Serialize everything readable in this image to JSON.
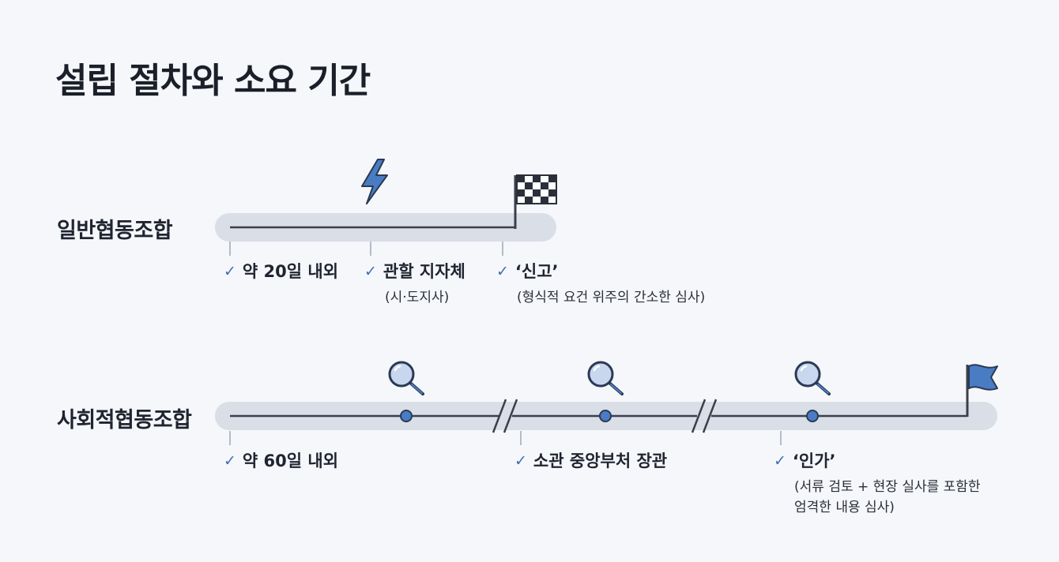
{
  "title": "설립 절차와 소요 기간",
  "colors": {
    "background": "#f5f7fa",
    "track": "#d9dee7",
    "line": "#3a3f4b",
    "accent": "#3d6fb6",
    "accent_light": "#c8d7ee"
  },
  "rows": [
    {
      "label": "일반협동조합",
      "icons": [
        "lightning-icon",
        "checkered-flag-icon"
      ],
      "items": [
        {
          "head": "약 20일 내외",
          "sub": ""
        },
        {
          "head": "관할 지자체",
          "sub": "(시·도지사)"
        },
        {
          "head": "‘신고’",
          "sub": "(형식적 요건 위주의 간소한 심사)"
        }
      ]
    },
    {
      "label": "사회적협동조합",
      "icons": [
        "magnifier-icon",
        "magnifier-icon",
        "magnifier-icon",
        "blue-flag-icon"
      ],
      "items": [
        {
          "head": "약 60일 내외",
          "sub": ""
        },
        {
          "head": "소관 중앙부처 장관",
          "sub": ""
        },
        {
          "head": "‘인가’",
          "sub1": "(서류 검토 + 현장 실사를 포함한",
          "sub2": "엄격한 내용 심사)"
        }
      ]
    }
  ]
}
